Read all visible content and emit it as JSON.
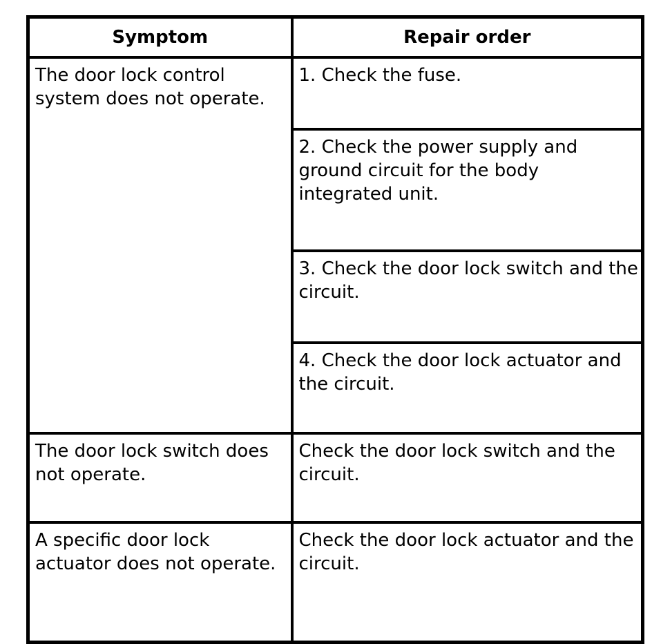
{
  "table": {
    "headers": {
      "symptom": "Symptom",
      "repair": "Repair order"
    },
    "rows": [
      {
        "symptom": "The door lock control system does not operate.",
        "repairs": [
          "1. Check the fuse.",
          "2. Check the power supply and ground circuit for the body integrated unit.",
          "3. Check the door lock switch and the circuit.",
          "4. Check the door lock actuator and the circuit."
        ]
      },
      {
        "symptom": "The door lock switch does not operate.",
        "repairs": [
          "Check the door lock switch and the circuit."
        ]
      },
      {
        "symptom": "A specific door lock actuator does not operate.",
        "repairs": [
          "Check the door lock actuator and the circuit."
        ]
      }
    ]
  },
  "colors": {
    "border": "#000000",
    "text": "#000000",
    "background": "#ffffff"
  }
}
